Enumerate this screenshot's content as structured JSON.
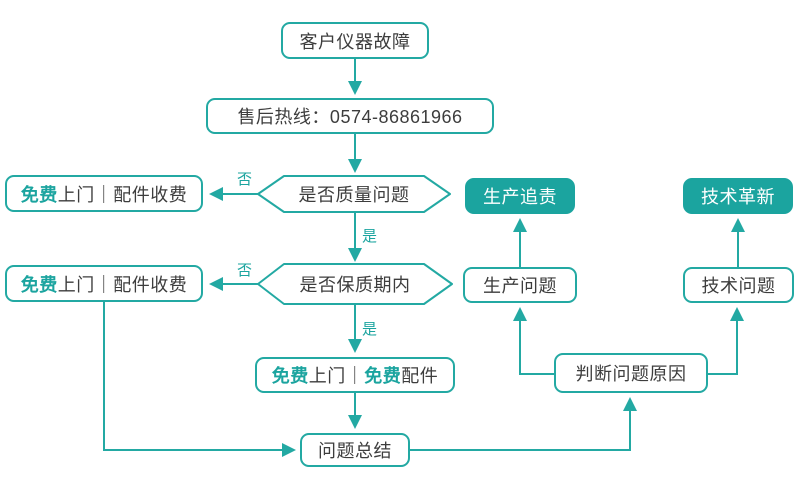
{
  "colors": {
    "accent_teal": "#1ba49f",
    "border_teal": "#23a9a3",
    "text_dark": "#3d3d3d",
    "filled_node_text": "#ffffff",
    "background": "#ffffff"
  },
  "nodes": {
    "customer_fault": "客户仪器故障",
    "hotline": "售后热线：0574-86861966",
    "quality_decision": "是否质量问题",
    "warranty_decision": "是否保质期内",
    "free_onsite_parts_paid_1": {
      "accent": "免费",
      "rest": "上门｜配件收费"
    },
    "free_onsite_parts_paid_2": {
      "accent": "免费",
      "rest": "上门｜配件收费"
    },
    "free_onsite_free_parts": {
      "accent1": "免费",
      "mid": "上门｜",
      "accent2": "免费",
      "rest": "配件"
    },
    "production_accountability": "生产追责",
    "tech_innovation": "技术革新",
    "production_problem": "生产问题",
    "tech_problem": "技术问题",
    "judge_cause": "判断问题原因",
    "problem_summary": "问题总结"
  },
  "edge_labels": {
    "quality_no": "否",
    "quality_yes": "是",
    "warranty_no": "否",
    "warranty_yes": "是"
  }
}
